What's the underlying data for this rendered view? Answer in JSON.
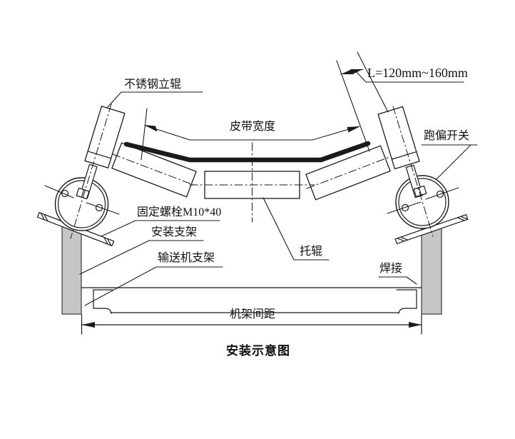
{
  "diagram": {
    "title": "安装示意图",
    "labels": {
      "vertical_roller": "不锈钢立辊",
      "gap_dimension": "L=120mm~160mm",
      "belt_width": "皮带宽度",
      "deviation_switch": "跑偏开关",
      "fixing_bolt": "固定螺栓M10*40",
      "mounting_bracket": "安装支架",
      "conveyor_frame": "输送机支架",
      "idler_roller": "托辊",
      "welding": "焊接",
      "frame_spacing": "机架间距"
    },
    "colors": {
      "line": "#1a1a1a",
      "post_fill": "#c6c6c6",
      "background": "#ffffff"
    }
  }
}
